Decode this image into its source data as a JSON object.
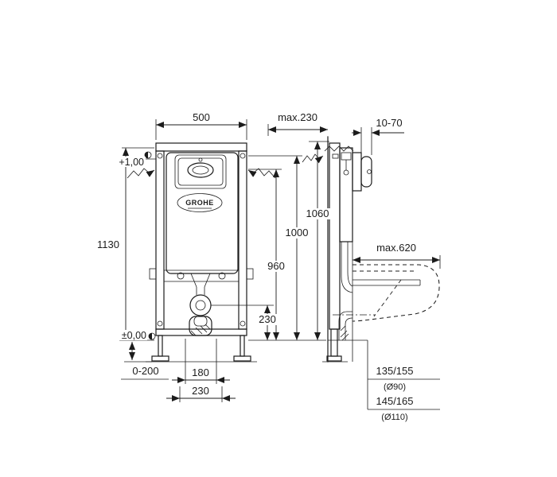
{
  "meta": {
    "type": "technical-installation-drawing",
    "background": "#ffffff",
    "ink_color": "#1c1c1c"
  },
  "brand": "GROHE",
  "dims": {
    "front_width": "500",
    "front_height": "1130",
    "level_plus": "+1,00",
    "level_zero": "±0,00",
    "foot_adjust": "0-200",
    "spacing_180": "180",
    "spacing_230": "230",
    "outlet_height_230": "230",
    "h960": "960",
    "h1000": "1000",
    "h1060": "1060",
    "max_depth": "max.230",
    "plate_range": "10-70",
    "bowl_depth": "max.620",
    "outlet_90": "135/155",
    "outlet_90_dia": "(Ø90)",
    "outlet_110": "145/165",
    "outlet_110_dia": "(Ø110)"
  }
}
